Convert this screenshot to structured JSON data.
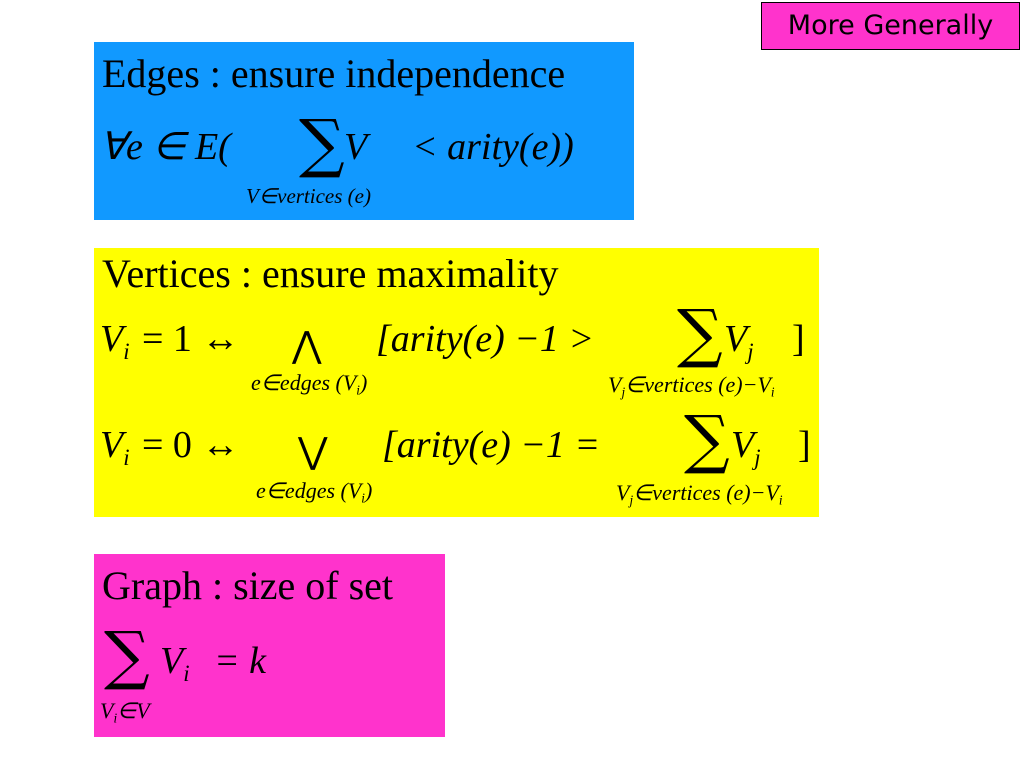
{
  "slide": {
    "title": "More Generally",
    "colors": {
      "title_bg": "#ff33cc",
      "edges_bg": "#1199ff",
      "vertices_bg": "#ffff00",
      "graph_bg": "#ff33cc"
    }
  },
  "edges": {
    "heading": "Edges : ensure independence",
    "formula_lead": "∀e ∈ E(",
    "sum_symbol": "∑",
    "sum_var": "V",
    "formula_tail": "< arity(e))",
    "subscript": "V∈vertices (e)"
  },
  "vertices": {
    "heading": "Vertices : ensure maximality",
    "row1": {
      "lhs_var": "V",
      "lhs_sub": "i",
      "lhs_eq": "= 1 ↔",
      "connective": "⋀",
      "connective_sub": "e∈edges (V",
      "connective_sub_i": "i",
      "connective_sub_close": ")",
      "condition": "[arity(e) −1 >",
      "sum_symbol": "∑",
      "sum_var": "V",
      "sum_var_sub": "j",
      "bracket_close": "]",
      "sum_sub": "V",
      "sum_sub_j": "j",
      "sum_sub_mid": "∈vertices (e)−V",
      "sum_sub_i": "i"
    },
    "row2": {
      "lhs_var": "V",
      "lhs_sub": "i",
      "lhs_eq": "= 0 ↔",
      "connective": "⋁",
      "connective_sub": "e∈edges (V",
      "connective_sub_i": "i",
      "connective_sub_close": ")",
      "condition": "[arity(e) −1 =",
      "sum_symbol": "∑",
      "sum_var": "V",
      "sum_var_sub": "j",
      "bracket_close": "]",
      "sum_sub": "V",
      "sum_sub_j": "j",
      "sum_sub_mid": "∈vertices (e)−V",
      "sum_sub_i": "i"
    }
  },
  "graph": {
    "heading": "Graph : size of set",
    "sum_symbol": "∑",
    "sum_var": "V",
    "sum_var_sub": "i",
    "formula_tail": "= k",
    "subscript": "V",
    "subscript_i": "i",
    "subscript_tail": "∈V"
  }
}
